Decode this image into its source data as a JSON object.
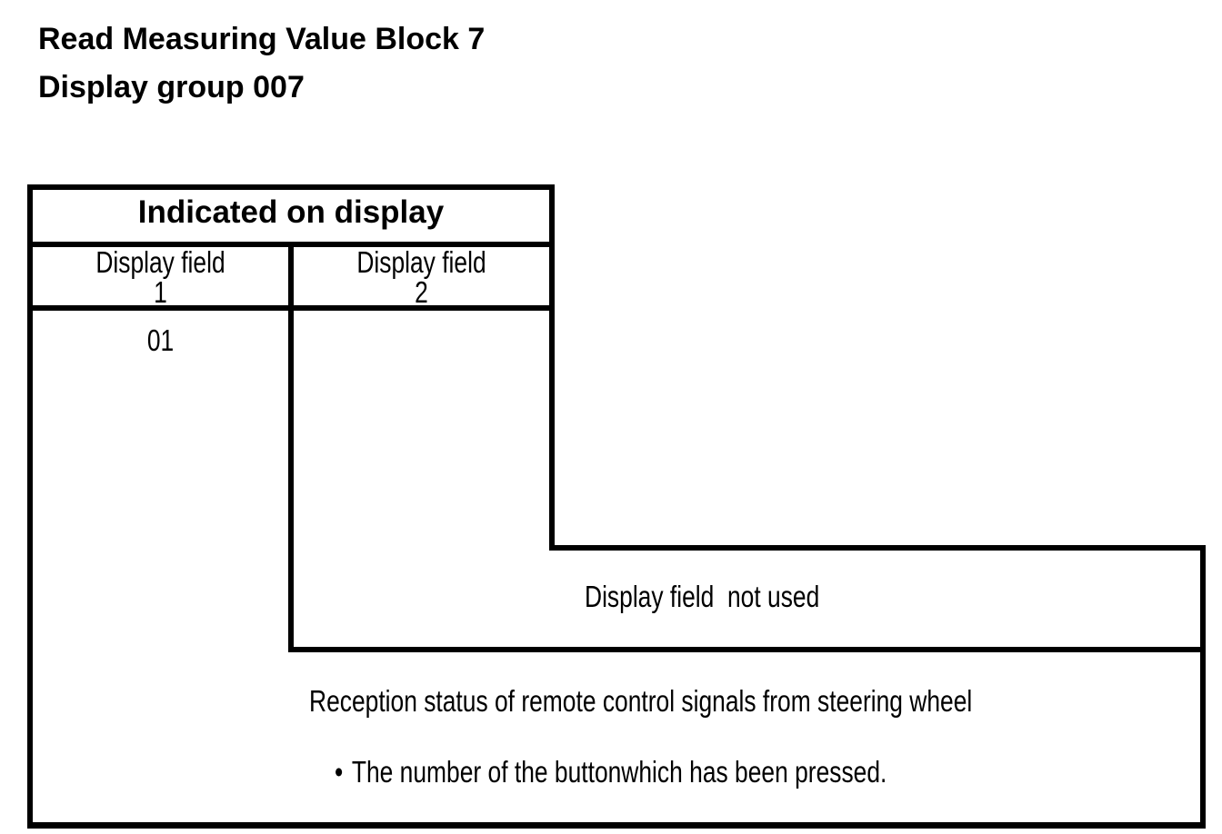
{
  "page": {
    "title_line1": "Read Measuring Value Block 7",
    "title_line2": "Display group 007"
  },
  "table": {
    "header": "Indicated on display",
    "columns": [
      {
        "label": "Display field",
        "number": "1"
      },
      {
        "label": "Display field",
        "number": "2"
      }
    ],
    "rows": [
      {
        "field1": "01"
      }
    ],
    "field2_note": "Display field  not used"
  },
  "notes": {
    "description": "Reception status of remote control signals from steering wheel",
    "bullet_char": "•",
    "bullet_text": "The number of the buttonwhich has been pressed."
  },
  "colors": {
    "background": "#ffffff",
    "line": "#000000",
    "text": "#000000"
  }
}
